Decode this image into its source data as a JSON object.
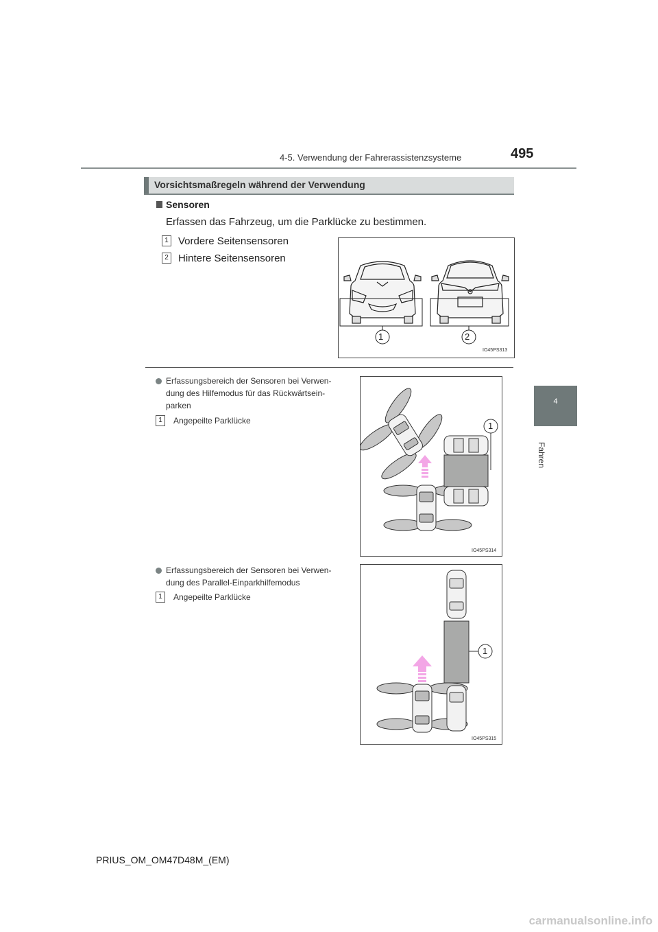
{
  "header": {
    "section": "4-5. Verwendung der Fahrerassistenzsysteme",
    "page_number": "495"
  },
  "side_tab": {
    "number": "4",
    "chapter": "Fahren"
  },
  "section_heading": "Vorsichtsmaßregeln während der Verwendung",
  "sensors": {
    "title": "Sensoren",
    "description": "Erfassen das Fahrzeug, um die Parklücke zu bestimmen.",
    "items": [
      {
        "num": "1",
        "label": "Vordere Seitensensoren"
      },
      {
        "num": "2",
        "label": "Hintere Seitensensoren"
      }
    ],
    "figure": {
      "code": "IO45PS313",
      "callouts": [
        "1",
        "2"
      ]
    }
  },
  "reverse": {
    "text": "Erfassungsbereich der Sensoren bei Verwen-dung des Hilfemodus für das Rückwärtsein-parken",
    "line1": "Erfassungsbereich der Sensoren bei Verwen-",
    "line2": "dung des Hilfemodus für das Rückwärtsein-",
    "line3": "parken",
    "item": {
      "num": "1",
      "label": "Angepeilte Parklücke"
    },
    "figure": {
      "code": "IO45PS314",
      "callout": "1"
    }
  },
  "parallel": {
    "line1": "Erfassungsbereich der Sensoren bei Verwen-",
    "line2": "dung des Parallel-Einparkhilfemodus",
    "item": {
      "num": "1",
      "label": "Angepeilte Parklücke"
    },
    "figure": {
      "code": "IO45PS315",
      "callout": "1"
    }
  },
  "footer": "PRIUS_OM_OM47D48M_(EM)",
  "watermark": "carmanualsonline.info",
  "colors": {
    "tab_gray": "#6f7979",
    "heading_bg": "#d9dcdc",
    "arrow_pink": "#f3a6e6",
    "parking_gray": "#a9aaa9"
  }
}
